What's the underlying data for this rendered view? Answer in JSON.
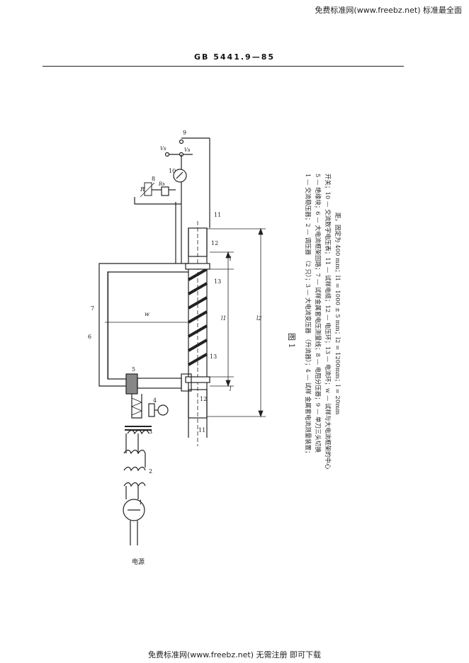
{
  "watermark_top": "免费标准网(www.freebz.net) 标准最全面",
  "header": "GB 5441.9—85",
  "figure": {
    "caption": "图 1",
    "labels": {
      "n1": "1",
      "n2": "2",
      "n3": "3",
      "n4": "4",
      "n5": "5",
      "n6": "6",
      "n7": "7",
      "n8": "8",
      "n9": "9",
      "n10": "10",
      "n11": "11",
      "n12": "12",
      "n13": "13",
      "w": "w",
      "l": "l",
      "l1": "l1",
      "l2": "l2",
      "r": "R",
      "rs": "Rs",
      "vs": "Vs",
      "vs2": "Vs",
      "source": "电源"
    }
  },
  "legend_lines": [
    "1 — 交流稳压器；2 — 调压器 （2 只）；3 — 大电流变压器 （升流器）；4 — 试样 金属套电流测量装置；",
    "5 — 绝缘块；6 — 大电流框架回路；7 — 试样金属套电压测量线；8 — 电阻分压器；9 — 单刀三头切换",
    "开关；10 — 交流数字电压表；11 — 试样电缆；12 — 电压环；13 — 电流环；w — 试样与大电流框架的中心",
    "距，固定为 400 mm；l1 = 1000 ± 5 mm；l2 = 1200mm；l = 20mm"
  ],
  "watermark_bottom": "免费标准网(www.freebz.net) 无需注册 即可下载"
}
